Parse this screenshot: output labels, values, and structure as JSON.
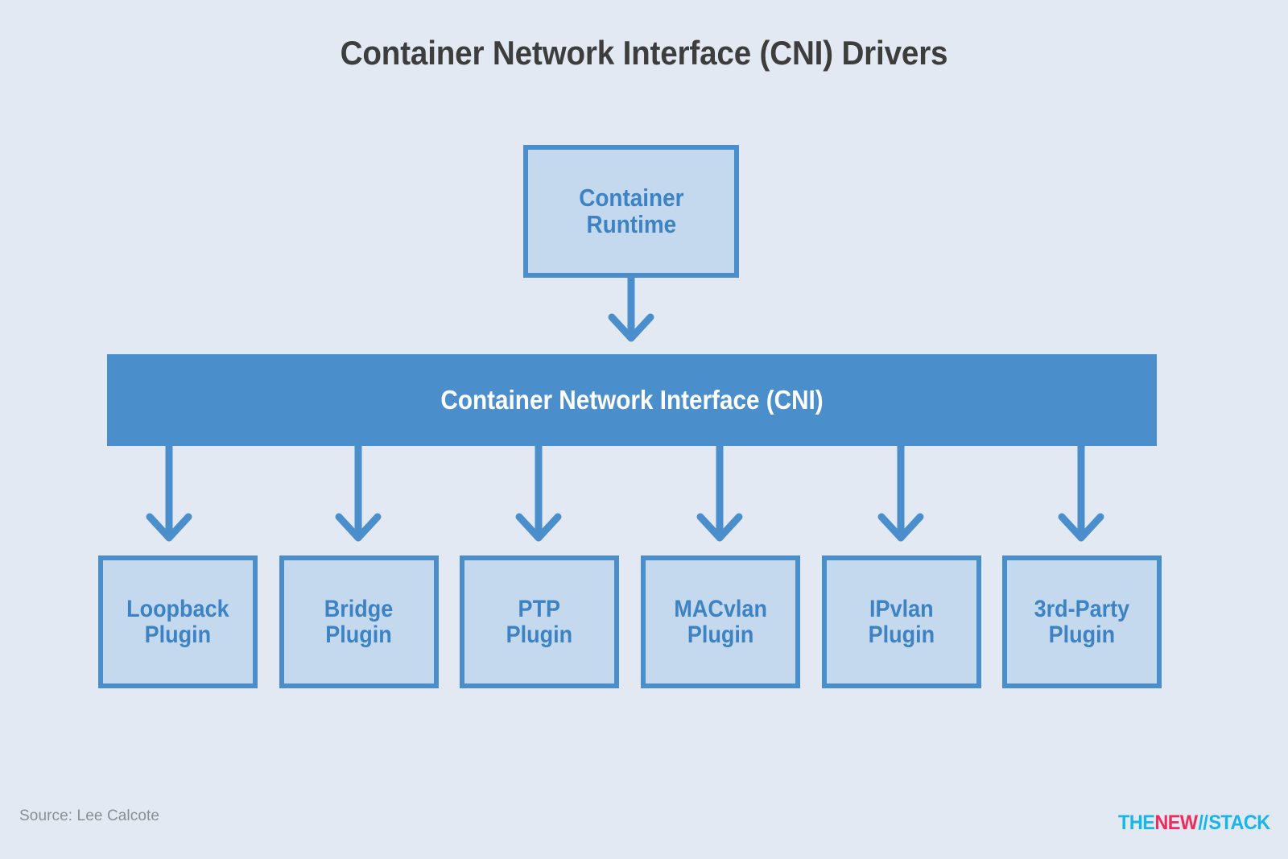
{
  "page": {
    "title": "Container Network Interface (CNI) Drivers",
    "background_color": "#e3e9f2"
  },
  "colors": {
    "accent_blue": "#4a8fcc",
    "box_fill": "#c4d8ee",
    "box_text": "#3d83c4",
    "title_text": "#3d3d3d",
    "bar_text": "#ffffff",
    "source_text": "#8a8f96",
    "logo_cyan": "#18b6e8",
    "logo_pink": "#ee2b5b"
  },
  "runtime": {
    "label": "Container\nRuntime"
  },
  "cni_bar": {
    "label": "Container Network Interface (CNI)"
  },
  "plugins": [
    {
      "label": "Loopback\nPlugin",
      "name": "Loopback Plugin"
    },
    {
      "label": "Bridge\nPlugin",
      "name": "Bridge Plugin"
    },
    {
      "label": "PTP\nPlugin",
      "name": "PTP Plugin"
    },
    {
      "label": "MACvlan\nPlugin",
      "name": "MACvlan Plugin"
    },
    {
      "label": "IPvlan\nPlugin",
      "name": "IPvlan Plugin"
    },
    {
      "label": "3rd-Party\nPlugin",
      "name": "3rd-Party Plugin"
    }
  ],
  "footer": {
    "source": "Source: Lee Calcote",
    "logo": {
      "the": "THE",
      "new": "NEW",
      "slash": "//",
      "stack": "STACK"
    }
  },
  "arrows": {
    "runtime_to_cni": "down-arrow-icon",
    "cni_to_plugin": "down-arrow-icon"
  }
}
